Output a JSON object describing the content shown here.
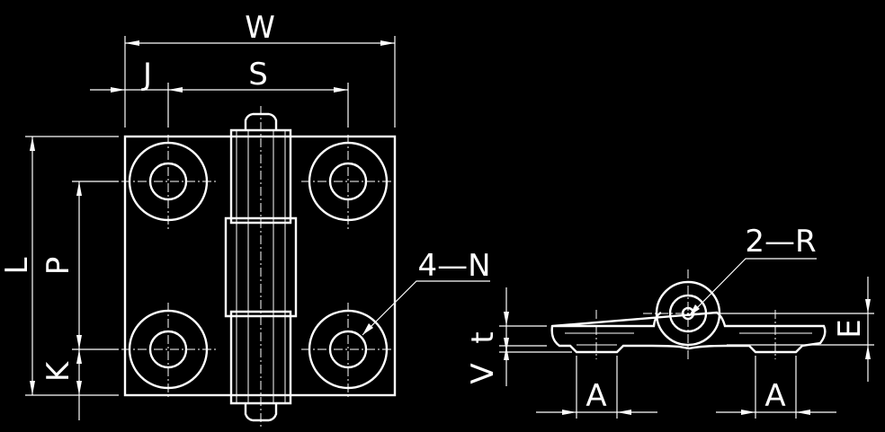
{
  "colors": {
    "background": "#000000",
    "line": "#ffffff"
  },
  "labels": {
    "W": "W",
    "J": "J",
    "S": "S",
    "L": "L",
    "P": "P",
    "K": "K",
    "N": "4—N",
    "R": "2—R",
    "t": "t",
    "V": "V",
    "E": "E",
    "A_left": "A",
    "A_right": "A"
  }
}
